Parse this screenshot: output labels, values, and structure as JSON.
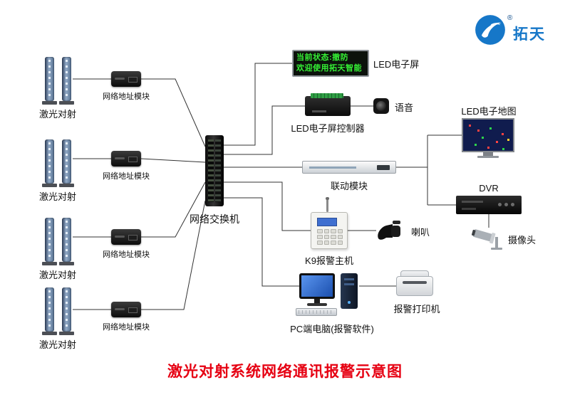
{
  "logo": {
    "brand": "拓天",
    "registered": "®"
  },
  "title": "激光对射系统网络通讯报警示意图",
  "laser_groups": [
    {
      "label": "激光对射"
    },
    {
      "label": "激光对射"
    },
    {
      "label": "激光对射"
    },
    {
      "label": "激光对射"
    }
  ],
  "modules": [
    {
      "label": "网络地址模块"
    },
    {
      "label": "网络地址模块"
    },
    {
      "label": "网络地址模块"
    },
    {
      "label": "网络地址模块"
    }
  ],
  "switch": {
    "label": "网络交换机"
  },
  "led_screen": {
    "label": "LED电子屏",
    "line1": "当前状态:撤防",
    "line2": "欢迎使用拓天智能"
  },
  "led_controller": {
    "label": "LED电子屏控制器"
  },
  "voice": {
    "label": "语音"
  },
  "linkage": {
    "label": "联动模块"
  },
  "led_map": {
    "label": "LED电子地图"
  },
  "dvr": {
    "label": "DVR"
  },
  "camera": {
    "label": "摄像头"
  },
  "k9": {
    "label": "K9报警主机"
  },
  "horn": {
    "label": "喇叭"
  },
  "pc": {
    "label": "PC端电脑(报警软件)"
  },
  "printer": {
    "label": "报警打印机"
  },
  "colors": {
    "title_red": "#e60012",
    "led_green": "#35f035",
    "logo_blue": "#1677c8"
  }
}
